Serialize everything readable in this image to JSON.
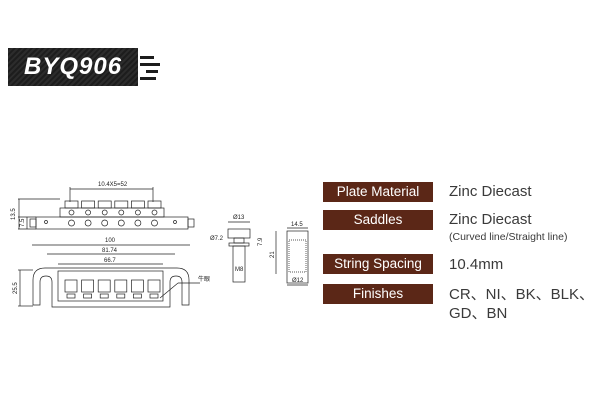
{
  "model": "BYQ906",
  "diagram": {
    "spacing_dim": "10.4X5=52",
    "height_total": "13.5",
    "height_base": "7.5",
    "width_total": "100",
    "width_posts": "81.74",
    "width_inner": "66.7",
    "depth": "25.5",
    "callout": "牛眼",
    "post_cap_dia": "Ø13",
    "post_neck_dia": "Ø7.2",
    "post_cap_height": "7.9",
    "post_thread": "M8",
    "bushing_width": "14.5",
    "bushing_height": "21",
    "bushing_dia": "Ø12"
  },
  "specs": [
    {
      "label": "Plate Material",
      "value": "Zinc Diecast"
    },
    {
      "label": "Saddles",
      "value": "Zinc Diecast",
      "note": "(Curved line/Straight line)"
    },
    {
      "label": "String Spacing",
      "value": "10.4mm"
    },
    {
      "label": "Finishes",
      "value": "CR、NI、BK、BLK、",
      "value2": "GD、BN"
    }
  ],
  "colors": {
    "label_bg": "#5b2717",
    "banner_bg": "#1d1d1d"
  }
}
